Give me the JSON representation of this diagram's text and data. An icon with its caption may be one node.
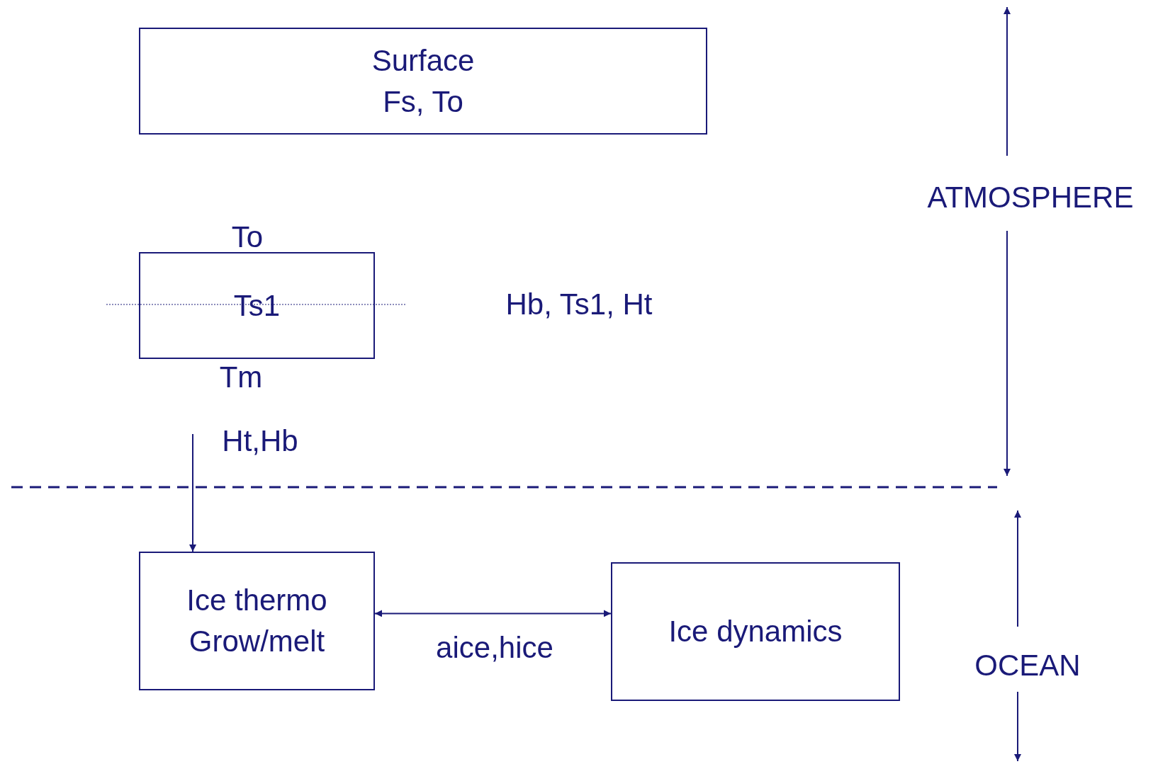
{
  "diagram": {
    "nodes": [
      {
        "text": [
          "Surface",
          "Fs, To"
        ]
      },
      {
        "text": [
          "Ts1"
        ],
        "beside": [
          "To",
          "Tm"
        ]
      },
      {
        "text": [
          "Ice thermo Grow/melt"
        ]
      },
      {
        "text": [
          "Ice dynamics"
        ]
      }
    ],
    "edges": [
      {
        "from": null,
        "to": 2,
        "arrow": "to",
        "label": "Ht,Hb"
      },
      {
        "from": 2,
        "to": 3,
        "arrow": "both",
        "label": "aice,hice"
      }
    ],
    "labels": [
      "ATMOSPHERE",
      "Hb, Ts1, Ht",
      "OCEAN"
    ]
  }
}
